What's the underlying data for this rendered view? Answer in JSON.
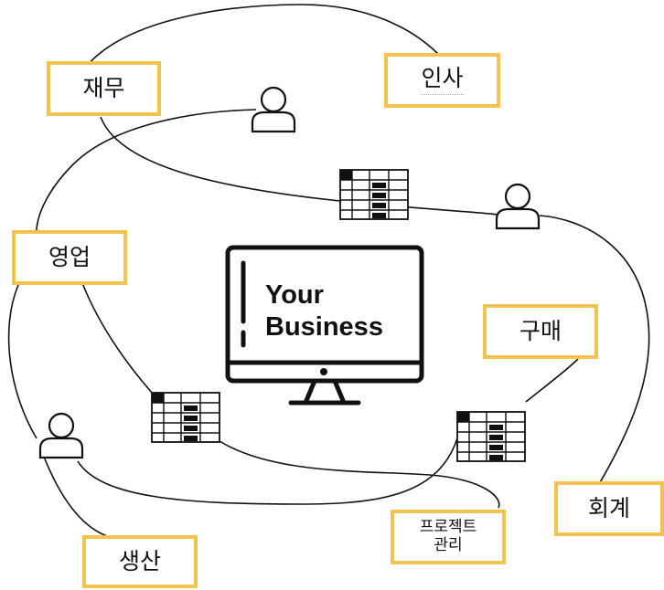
{
  "nodes": {
    "finance": "재무",
    "hr": "인사",
    "sales": "영업",
    "purchasing": "구매",
    "accounting": "회계",
    "production": "생산",
    "project_line1": "프로젝트",
    "project_line2": "관리"
  },
  "center": {
    "line1": "Your",
    "line2": "Business"
  },
  "colors": {
    "label_border": "#f2c34d",
    "line": "#111111"
  },
  "icons": [
    "person-icon",
    "spreadsheet-icon",
    "monitor-icon"
  ]
}
